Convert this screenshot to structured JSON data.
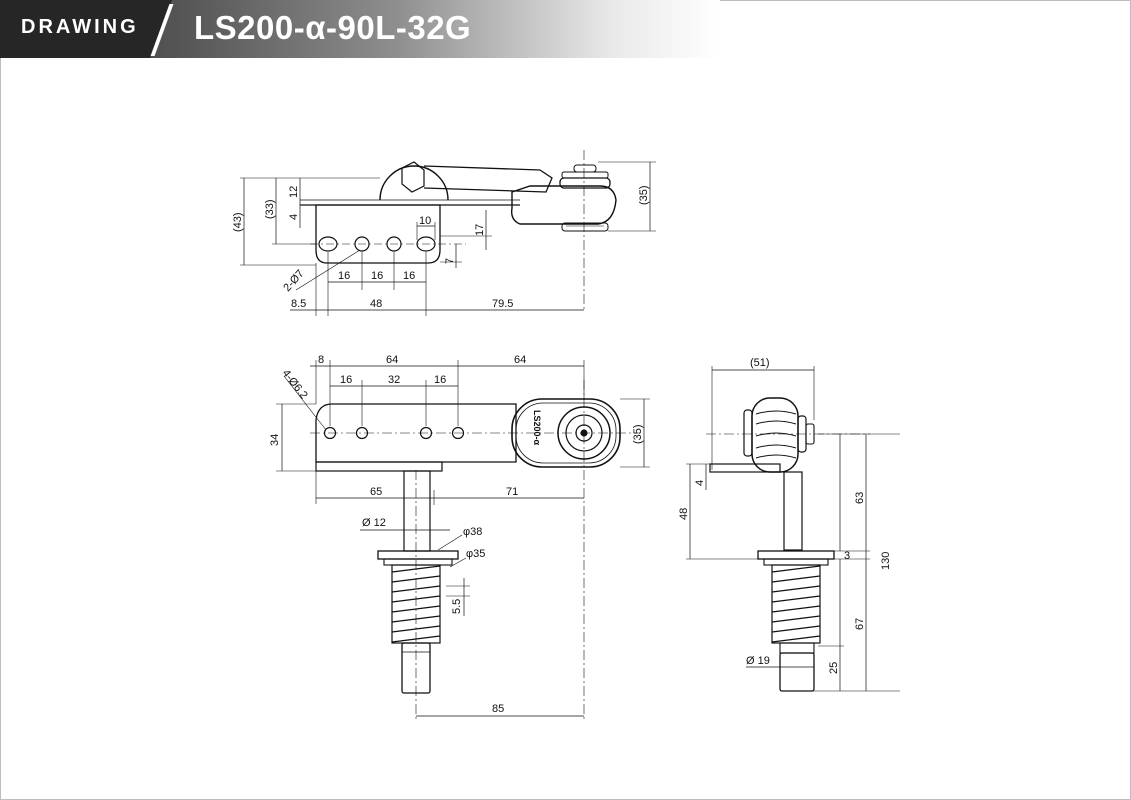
{
  "header": {
    "tag": "DRAWING",
    "model": "LS200-α-90L-32G"
  },
  "top_view": {
    "d_43": "(43)",
    "d_33": "(33)",
    "d_12": "12",
    "d_4": "4",
    "d_10": "10",
    "d_17": "17",
    "d_7": "7",
    "d_35": "(35)",
    "d_hole": "2-Ø7",
    "d_16a": "16",
    "d_16b": "16",
    "d_16c": "16",
    "d_8_5": "8.5",
    "d_48": "48",
    "d_79_5": "79.5"
  },
  "front_view": {
    "d_8": "8",
    "d_64a": "64",
    "d_64b": "64",
    "d_16a": "16",
    "d_32": "32",
    "d_16b": "16",
    "d_hole": "4-Ø6.2",
    "d_34": "34",
    "d_35": "(35)",
    "d_65": "65",
    "d_71": "71",
    "d_phi12": "Ø 12",
    "d_phi38": "φ38",
    "d_phi35": "φ35",
    "d_5_5": "5.5",
    "d_85": "85",
    "body_label": "LS200-α"
  },
  "side_view": {
    "d_51": "(51)",
    "d_4": "4",
    "d_48": "48",
    "d_63": "63",
    "d_3": "3",
    "d_130": "130",
    "d_67": "67",
    "d_phi19": "Ø 19",
    "d_25": "25"
  }
}
